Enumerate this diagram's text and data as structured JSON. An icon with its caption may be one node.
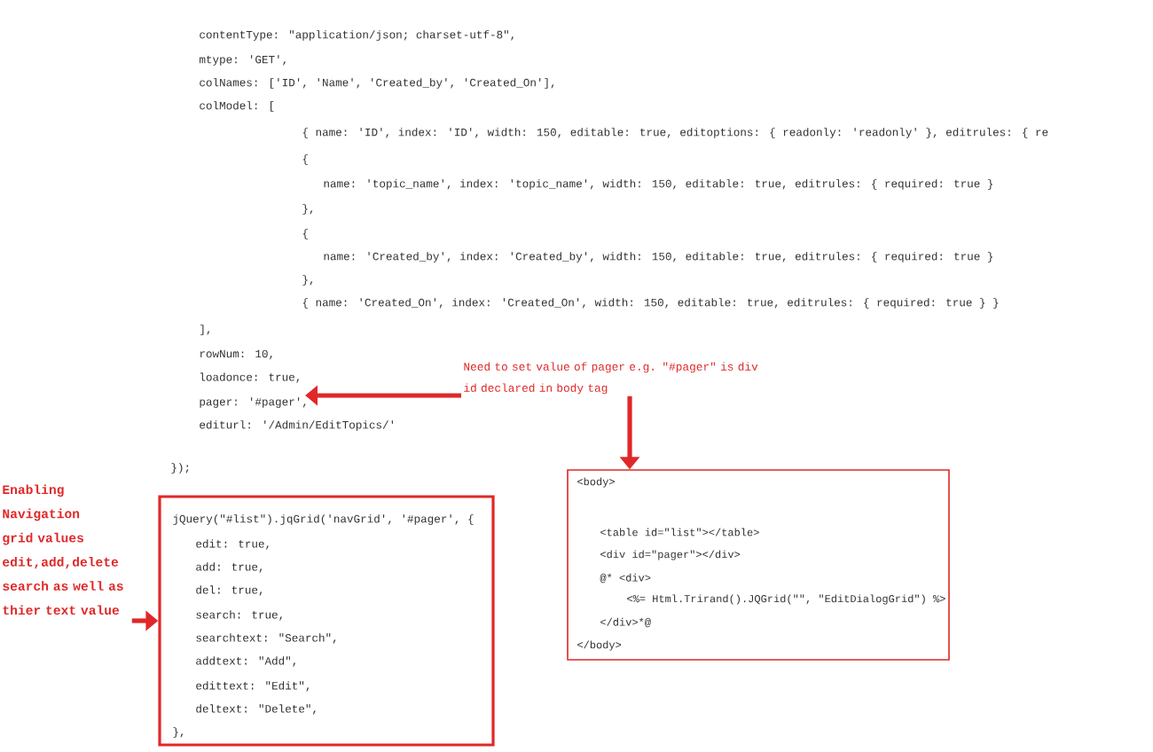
{
  "diagram": {
    "nodes": [
      {
        "text": [
          "contentType: \"application/json; charset-utf-8\",",
          "mtype: 'GET',",
          "colNames: ['ID', 'Name', 'Created_by', 'Created_On'],",
          "colModel: [",
          "{ name: 'ID', index: 'ID', width: 150, editable: true, editoptions: { readonly: 'readonly' }, editrules: { re",
          "{",
          "name: 'topic_name', index: 'topic_name', width: 150, editable: true, editrules: { required: true }",
          "},",
          "{",
          "name: 'Created_by', index: 'Created_by', width: 150, editable: true, editrules: { required: true }",
          "},",
          "{ name: 'Created_On', index: 'Created_On', width: 150, editable: true, editrules: { required: true } }",
          "],",
          "rowNum: 10,",
          "loadonce: true,",
          "pager: '#pager',",
          "editurl: '/Admin/EditTopics/'",
          "});"
        ]
      },
      {
        "text": [
          "Need to set value of pager e.g. \"#pager\" is div id declared in body tag"
        ]
      },
      {
        "text": [
          "<body>",
          "<table id=\"list\"></table>",
          "<div id=\"pager\"></div>",
          "@*    <div>",
          "<%= Html.Trirand().JQGrid(\"\", \"EditDialogGrid\") %>",
          "</div>*@",
          "</body>"
        ]
      },
      {
        "text": [
          "Enabling Navigation grid values edit,add,delete search as well as thier text value"
        ]
      },
      {
        "text": [
          "jQuery(\"#list\").jqGrid('navGrid', '#pager', {",
          "edit: true,",
          "add: true,",
          "del: true,",
          "search: true,",
          "searchtext: \"Search\",",
          "addtext: \"Add\",",
          "edittext: \"Edit\",",
          "deltext: \"Delete\",",
          "},"
        ]
      }
    ],
    "edges": [
      {
        "from": 1,
        "to": 0,
        "arrow": "to"
      },
      {
        "from": 1,
        "to": 2,
        "arrow": "to"
      },
      {
        "from": 3,
        "to": 4,
        "arrow": "to"
      }
    ]
  }
}
